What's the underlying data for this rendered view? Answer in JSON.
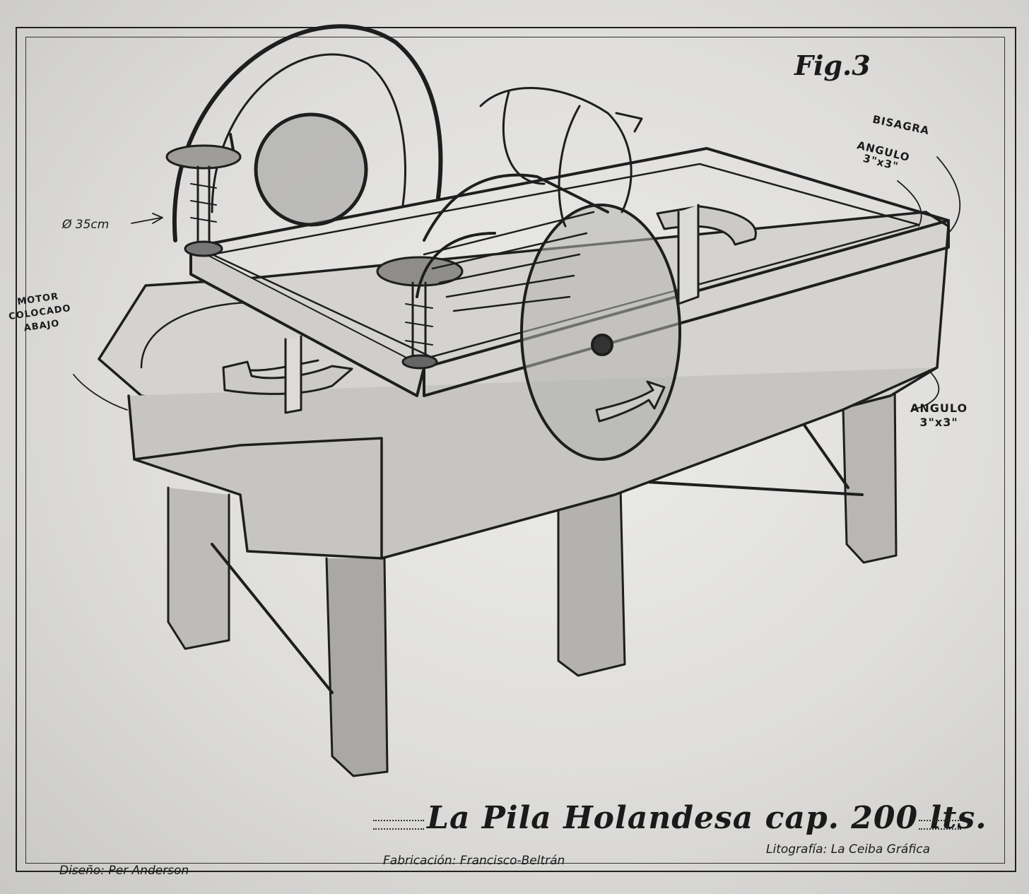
{
  "figure_label": "Fig.3",
  "annotations": {
    "hinge": "BISAGRA",
    "angle_top": "ANGULO",
    "angle_top_size": "3\"x3\"",
    "angle_right": "ANGULO",
    "angle_right_size": "3\"x3\"",
    "diameter": "Ø 35cm",
    "motor_line1": "MOTOR",
    "motor_line2": "COLOCADO",
    "motor_line3": "ABAJO"
  },
  "title": "La Pila Holandesa   cap. 200 lts.",
  "credits": {
    "design": "Diseño: Per Anderson",
    "fabrication": "Fabricación: Francisco-Beltrán",
    "lithography": "Litografía: La Ceiba Gráfica"
  }
}
